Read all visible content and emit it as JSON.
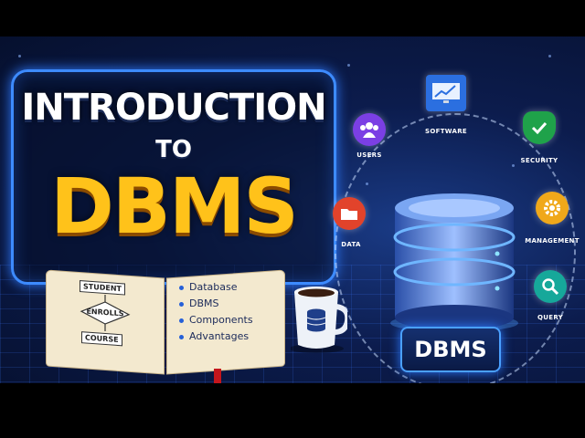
{
  "title": {
    "line1": "INTRODUCTION",
    "line2": "TO",
    "line3": "DBMS"
  },
  "book": {
    "er_entities": [
      "STUDENT",
      "ENROLLS",
      "COURSE"
    ],
    "topics": [
      "Database",
      "DBMS",
      "Components",
      "Advantages"
    ]
  },
  "diagram": {
    "center_label": "DBMS",
    "nodes": [
      {
        "label": "USERS",
        "icon": "users-icon",
        "color": "#7b3fe4"
      },
      {
        "label": "SOFTWARE",
        "icon": "monitor-chart-icon",
        "color": "#2b6fe0"
      },
      {
        "label": "SECURITY",
        "icon": "shield-check-icon",
        "color": "#1fa24a"
      },
      {
        "label": "DATA",
        "icon": "folder-icon",
        "color": "#e2432b"
      },
      {
        "label": "MANAGEMENT",
        "icon": "gear-icon",
        "color": "#f0a81a"
      },
      {
        "label": "QUERY",
        "icon": "magnifier-icon",
        "color": "#16a89a"
      }
    ]
  },
  "colors": {
    "accent_blue": "#3d8bff",
    "title_gold": "#ffc21a",
    "background": "#0c1c4d"
  }
}
